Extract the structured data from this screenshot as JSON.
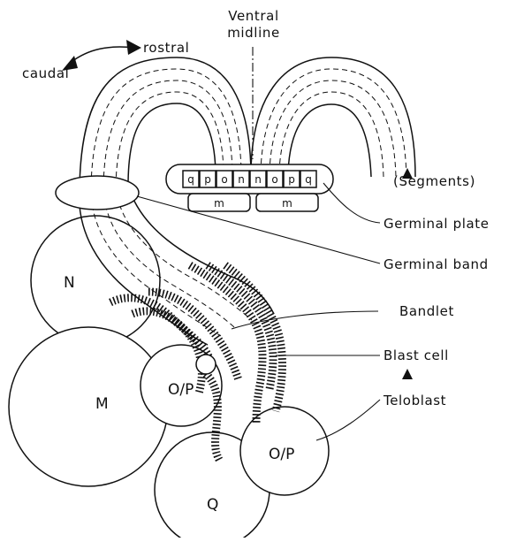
{
  "labels": {
    "ventral_midline_1": "Ventral",
    "ventral_midline_2": "midline",
    "rostral": "rostral",
    "caudal": "caudal",
    "segments": "(Segments)",
    "germinal_plate": "Germinal plate",
    "germinal_band": "Germinal band",
    "bandlet": "Bandlet",
    "blast_cell": "Blast cell",
    "teloblast": "Teloblast"
  },
  "cells": {
    "n": "N",
    "m": "M",
    "op_left": "O/P",
    "op_right": "O/P",
    "q": "Q"
  },
  "germinal_plate_letters": {
    "left": [
      "q",
      "p",
      "o",
      "n"
    ],
    "right": [
      "n",
      "o",
      "p",
      "q"
    ],
    "m_left": "m",
    "m_right": "m"
  }
}
